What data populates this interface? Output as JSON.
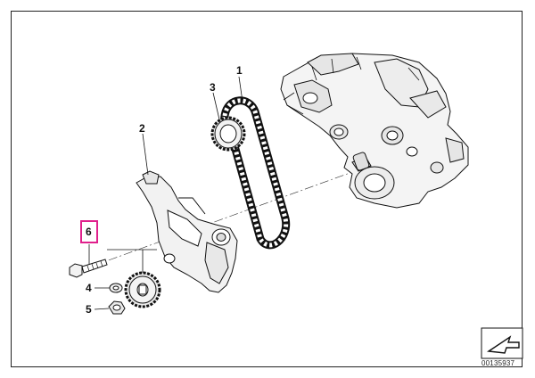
{
  "callouts": {
    "c1": "1",
    "c2": "2",
    "c3": "3",
    "c4": "4",
    "c5": "5",
    "c6": "6"
  },
  "diagram_number": "00135937",
  "highlight_color": "#e0208c"
}
